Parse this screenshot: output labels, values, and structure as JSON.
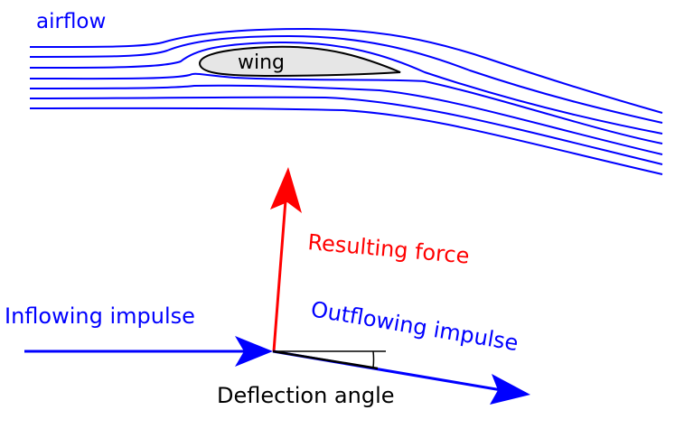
{
  "diagram": {
    "labels": {
      "airflow": "airflow",
      "wing": "wing",
      "resulting_force": "Resulting force",
      "inflowing_impulse": "Inflowing impulse",
      "outflowing_impulse": "Outflowing impulse",
      "deflection_angle": "Deflection angle"
    },
    "streamline_count": 7,
    "colors": {
      "airflow": "#0000ff",
      "impulse": "#0000ff",
      "force": "#ff0000",
      "wing_fill": "#e6e6e6",
      "outline": "#000000"
    }
  }
}
